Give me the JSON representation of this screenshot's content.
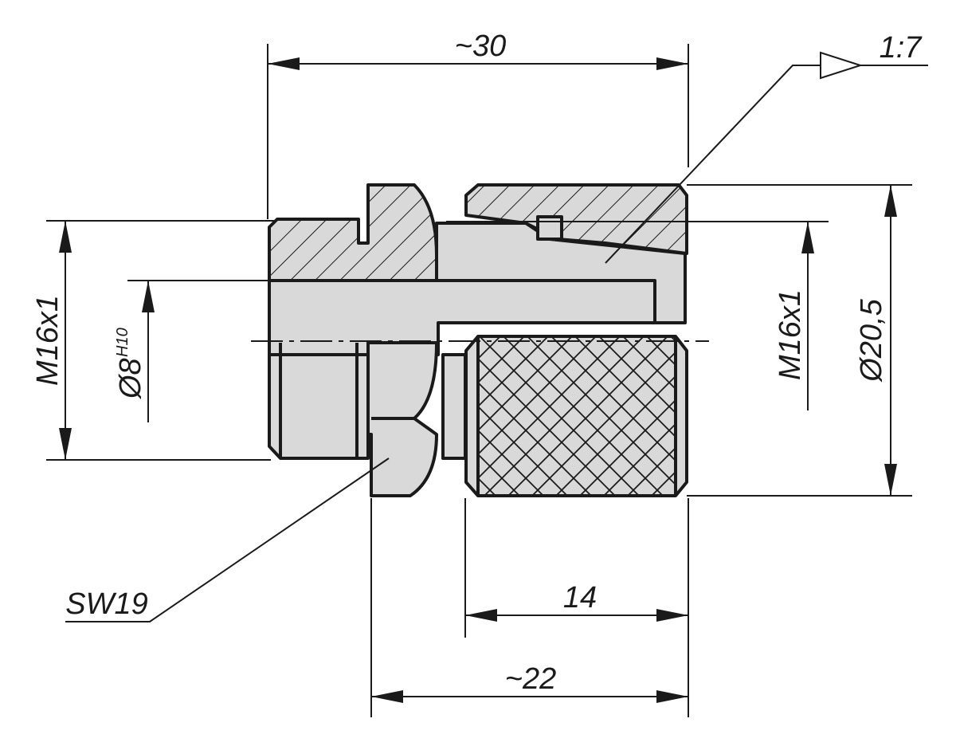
{
  "drawing": {
    "dimensions": {
      "overall_length": "~30",
      "wrench_length": "~22",
      "knurl_length": "14",
      "thread_left": "M16x1",
      "bore_diameter": "Ø8",
      "bore_tolerance": "H10",
      "thread_right": "M16x1",
      "outer_diameter": "Ø20,5",
      "wrench_size": "SW19",
      "taper_ratio": "1:7"
    },
    "colors": {
      "line": "#1a1a1a",
      "part_fill": "#d9d9d9",
      "background": "#ffffff"
    }
  }
}
